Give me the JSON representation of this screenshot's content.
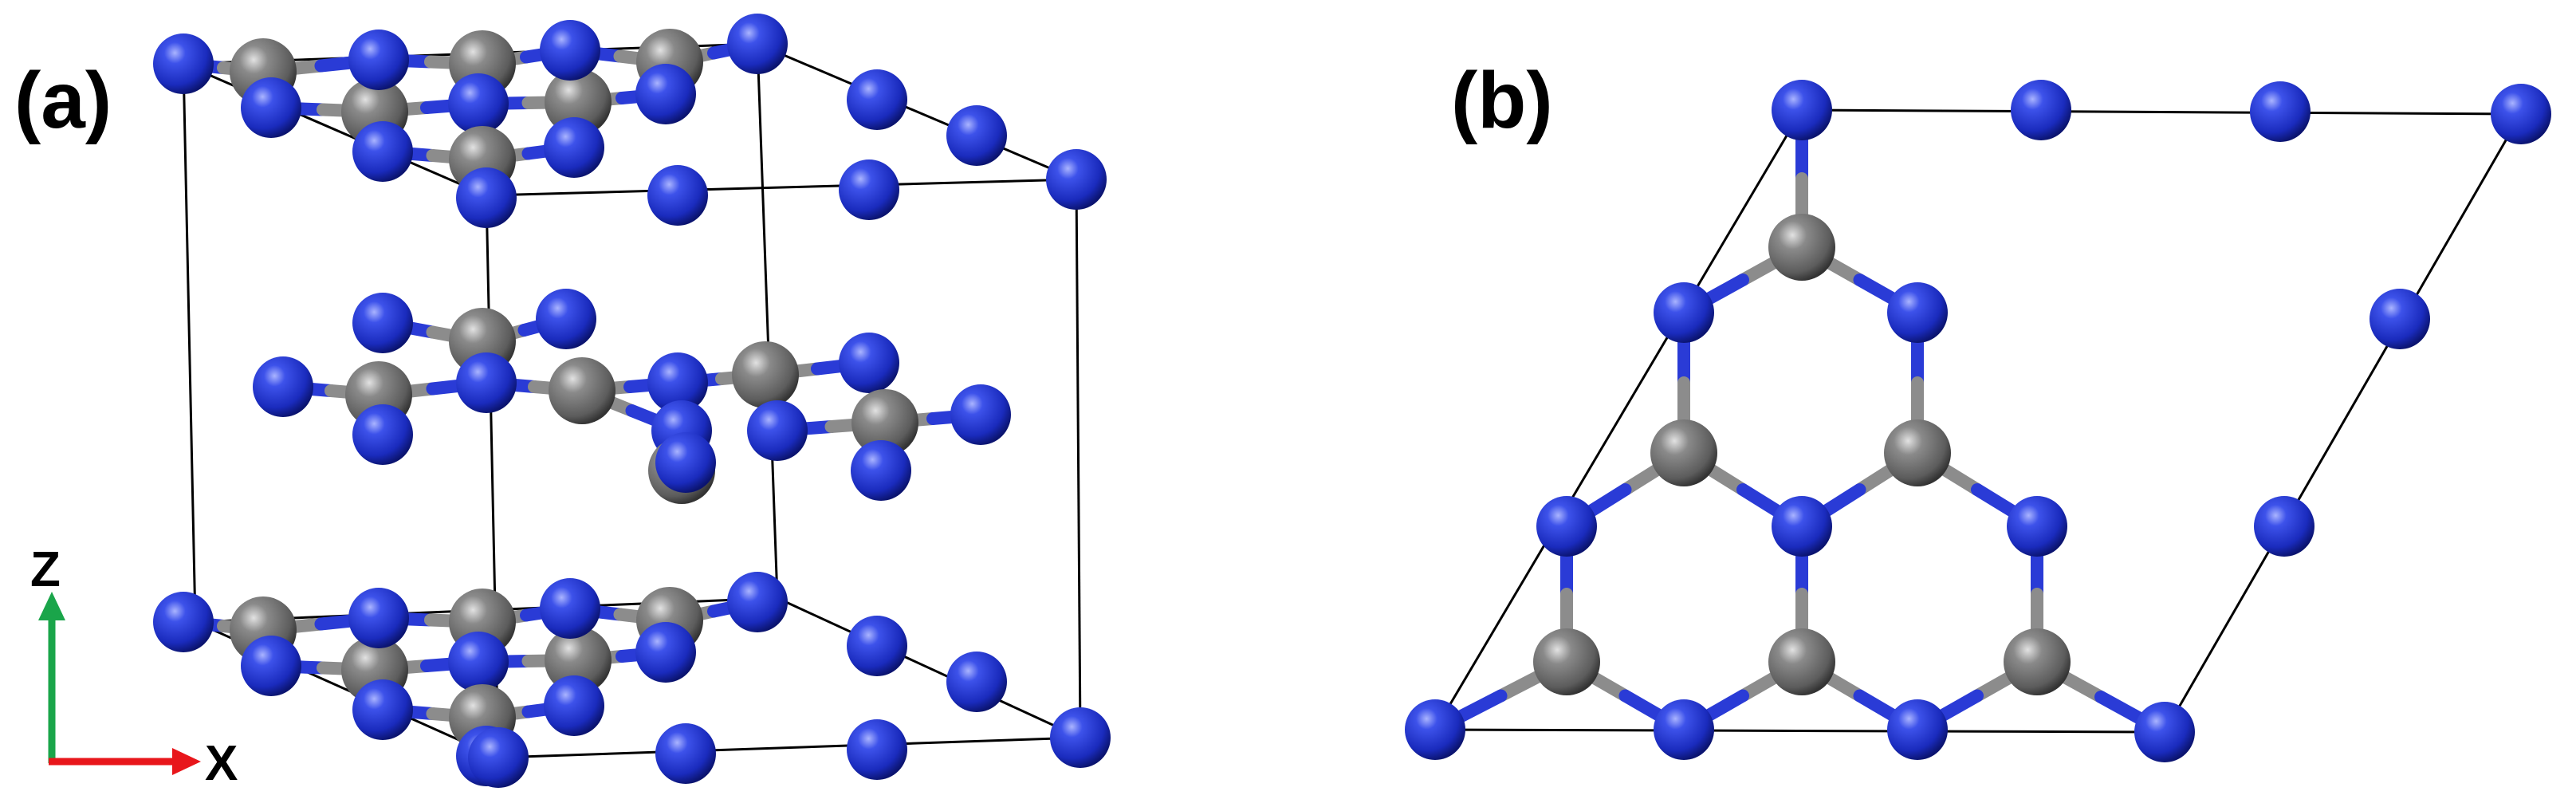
{
  "panels": [
    {
      "label": "(a)"
    },
    {
      "label": "(b)"
    }
  ],
  "axes": {
    "vertical_label": "Z",
    "horizontal_label": "X",
    "vertical_color": "#1aa54a",
    "horizontal_color": "#e8161b"
  },
  "atoms": {
    "N": {
      "color": "#2233cc"
    },
    "C": {
      "color": "#707070"
    }
  }
}
